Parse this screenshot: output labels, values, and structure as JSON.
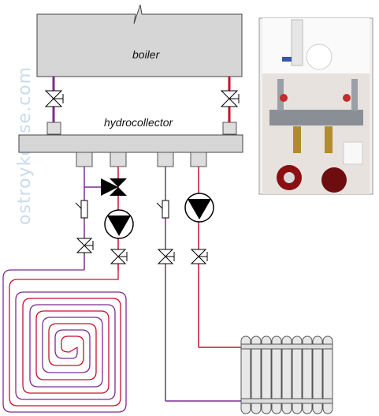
{
  "labels": {
    "boiler": "boiler",
    "hydrocollector": "hydrocollector",
    "watermark": "ostroykevse.com"
  },
  "colors": {
    "supply": "#c8102e",
    "return": "#7b2d8e",
    "body_fill": "#d6d6d6",
    "body_stroke": "#444444",
    "pump": "#000000"
  },
  "icons": {
    "valve": "valve-icon",
    "pump": "pump-icon",
    "three_way_valve": "three-way-valve-icon",
    "thermometer": "thermometer-icon",
    "radiator": "radiator-icon",
    "floor_heating": "floor-heating-loop-icon",
    "photo": "boiler-photo"
  }
}
